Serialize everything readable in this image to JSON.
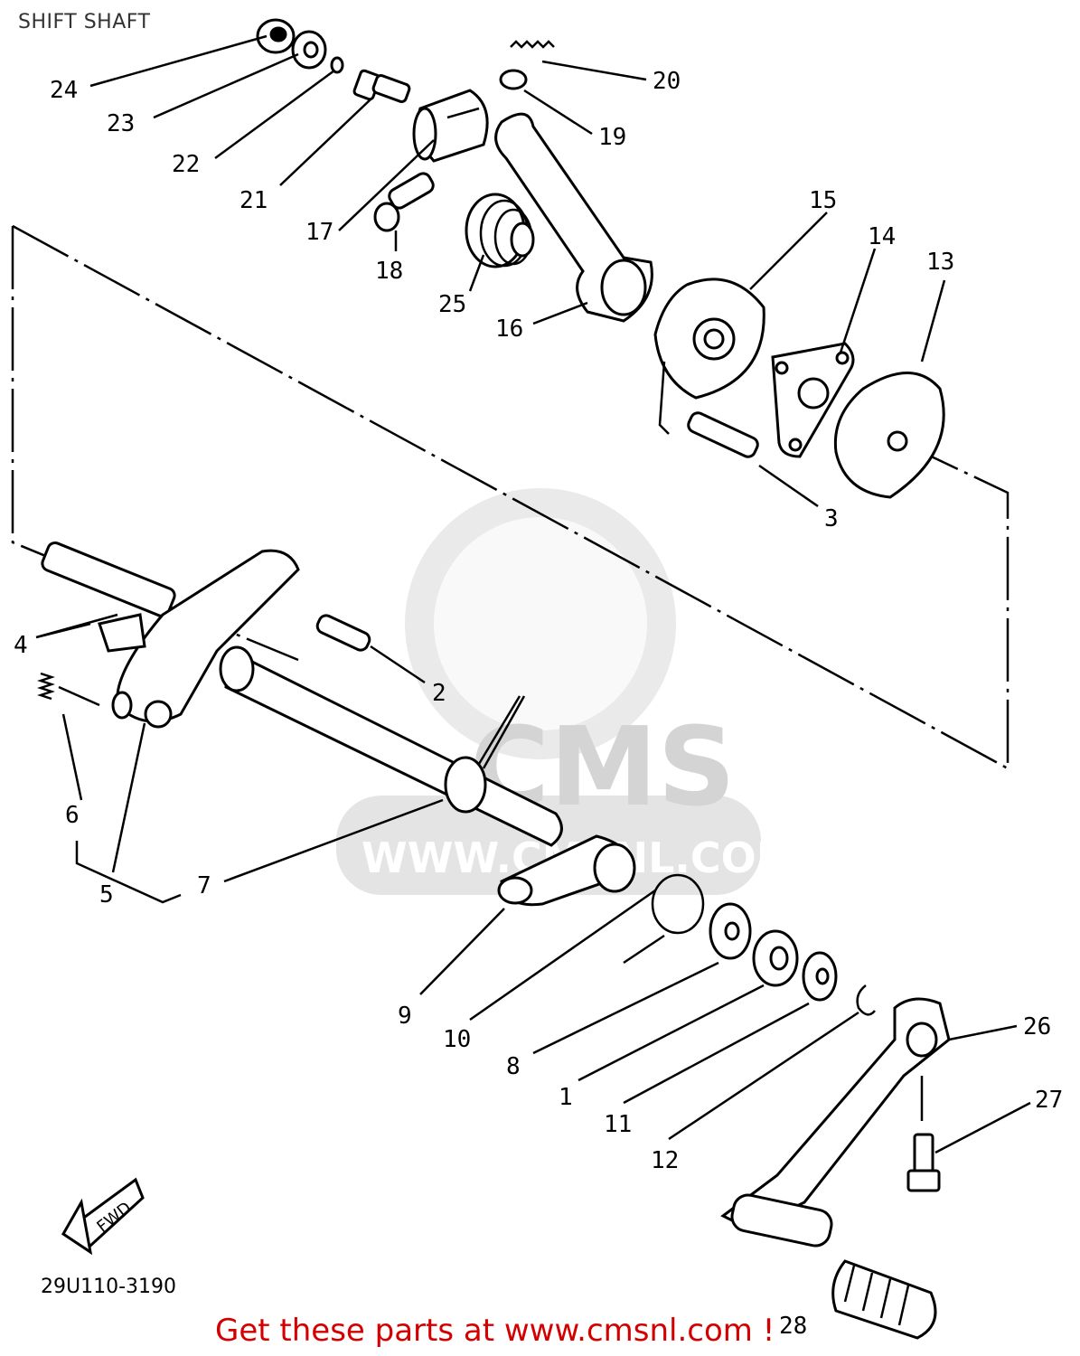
{
  "diagram": {
    "title": "SHIFT SHAFT",
    "drawing_number": "29U110-3190",
    "fwd_label": "FWD",
    "watermark_brand": "CMS",
    "watermark_url": "WWW.CMSNL.COM",
    "footer": "Get these parts at www.cmsnl.com !",
    "callouts": [
      "1",
      "2",
      "3",
      "4",
      "5",
      "6",
      "7",
      "8",
      "9",
      "10",
      "11",
      "12",
      "13",
      "14",
      "15",
      "16",
      "17",
      "18",
      "19",
      "20",
      "21",
      "22",
      "23",
      "24",
      "25",
      "26",
      "27",
      "28"
    ]
  }
}
